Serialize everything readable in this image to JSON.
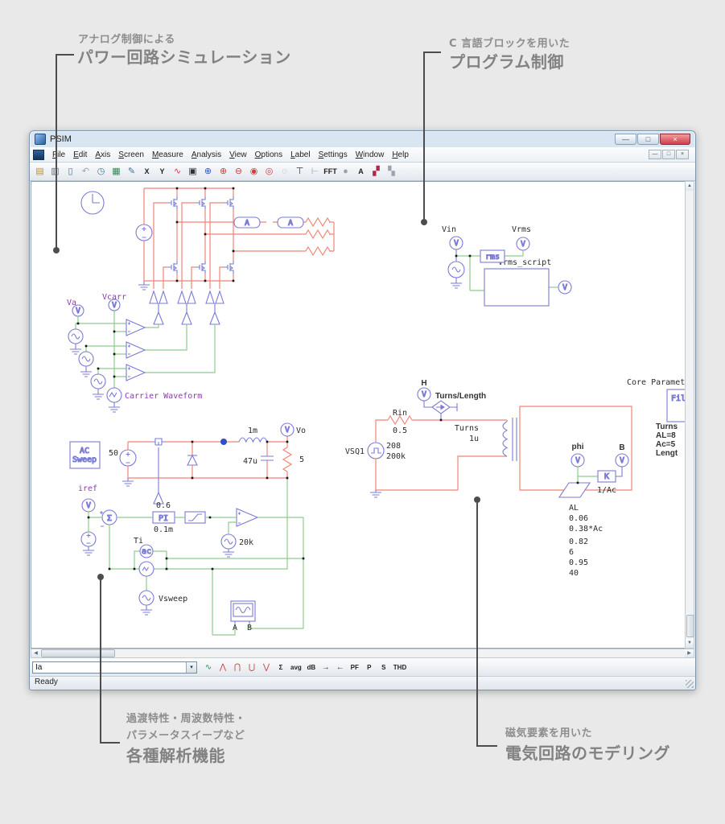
{
  "page": {
    "bg": "#e9e9e9"
  },
  "callouts": {
    "top_left": {
      "line1": "アナログ制御による",
      "line2": "パワー回路シミュレーション"
    },
    "top_right": {
      "line1": "C 言語ブロックを用いた",
      "line2": "プログラム制御"
    },
    "bottom_left": {
      "line1": "過渡特性・周波数特性・",
      "line2": "パラメータスイープなど",
      "line3": "各種解析機能"
    },
    "bottom_right": {
      "line1": "磁気要素を用いた",
      "line2": "電気回路のモデリング"
    }
  },
  "window": {
    "title": "PSIM",
    "caption_buttons": {
      "minimize": "—",
      "maximize": "□",
      "close": "×"
    },
    "mdi_buttons": {
      "minimize": "—",
      "restore": "□",
      "close": "×"
    },
    "menus": [
      {
        "label": "File",
        "name": "menu-file"
      },
      {
        "label": "Edit",
        "name": "menu-edit"
      },
      {
        "label": "Axis",
        "name": "menu-axis"
      },
      {
        "label": "Screen",
        "name": "menu-screen"
      },
      {
        "label": "Measure",
        "name": "menu-measure"
      },
      {
        "label": "Analysis",
        "name": "menu-analysis"
      },
      {
        "label": "View",
        "name": "menu-view"
      },
      {
        "label": "Options",
        "name": "menu-options"
      },
      {
        "label": "Label",
        "name": "menu-label"
      },
      {
        "label": "Settings",
        "name": "menu-settings"
      },
      {
        "label": "Window",
        "name": "menu-window"
      },
      {
        "label": "Help",
        "name": "menu-help"
      }
    ],
    "toolbar_icons": [
      {
        "name": "open-icon",
        "glyph": "▤",
        "cls": "c-gold"
      },
      {
        "name": "print-icon",
        "glyph": "▥",
        "cls": "c-gray"
      },
      {
        "name": "paste-icon",
        "glyph": "▯",
        "cls": "c-steel"
      },
      {
        "name": "undo-icon",
        "glyph": "↶",
        "cls": "c-dim"
      },
      {
        "name": "simulate-icon",
        "glyph": "◷",
        "cls": "c-steel"
      },
      {
        "name": "graph-icon",
        "glyph": "▦",
        "cls": "c-green"
      },
      {
        "name": "probe-icon",
        "glyph": "✎",
        "cls": "c-steel"
      },
      {
        "name": "x-axis-button",
        "glyph": "X",
        "cls": "c-text"
      },
      {
        "name": "y-axis-button",
        "glyph": "Y",
        "cls": "c-text"
      },
      {
        "name": "waveform-icon",
        "glyph": "∿",
        "cls": "c-red"
      },
      {
        "name": "display-icon",
        "glyph": "▣",
        "cls": "c-dark"
      },
      {
        "name": "zoom-in-icon",
        "glyph": "⊕",
        "cls": "c-blue"
      },
      {
        "name": "zoom-x-icon",
        "glyph": "⊕",
        "cls": "c-red"
      },
      {
        "name": "zoom-out-icon",
        "glyph": "⊖",
        "cls": "c-red"
      },
      {
        "name": "measure-icon",
        "glyph": "◉",
        "cls": "c-red"
      },
      {
        "name": "measure-avg-icon",
        "glyph": "◎",
        "cls": "c-red"
      },
      {
        "name": "select-icon",
        "glyph": "◌",
        "cls": "c-dim"
      },
      {
        "name": "marker-icon",
        "glyph": "⊤",
        "cls": "c-dark"
      },
      {
        "name": "marker2-icon",
        "glyph": "⊢",
        "cls": "c-dim"
      },
      {
        "name": "fft-button",
        "glyph": "FFT",
        "cls": "c-text"
      },
      {
        "name": "smooth-icon",
        "glyph": "●",
        "cls": "c-dim"
      },
      {
        "name": "text-button",
        "glyph": "A",
        "cls": "c-text"
      },
      {
        "name": "overlay-icon",
        "glyph": "▞",
        "cls": "c-redblue"
      },
      {
        "name": "compare-icon",
        "glyph": "▚",
        "cls": "c-dim"
      }
    ],
    "bottom_toolbar": {
      "combo_value": "Ia",
      "combo_arrow": "▾",
      "buttons": [
        {
          "name": "wave-select-icon",
          "glyph": "∿",
          "cls": "c-green"
        },
        {
          "name": "peak-icon",
          "glyph": "⋀",
          "cls": "c-red"
        },
        {
          "name": "peak2-icon",
          "glyph": "⋂",
          "cls": "c-red"
        },
        {
          "name": "valley-icon",
          "glyph": "⋃",
          "cls": "c-red"
        },
        {
          "name": "valley2-icon",
          "glyph": "⋁",
          "cls": "c-red"
        },
        {
          "name": "sum-button",
          "glyph": "Σ",
          "cls": "c-text"
        },
        {
          "name": "avg-button",
          "glyph": "avg",
          "cls": "c-text"
        },
        {
          "name": "db-button",
          "glyph": "dB",
          "cls": "c-text"
        },
        {
          "name": "next-button",
          "glyph": "→",
          "cls": "c-dark"
        },
        {
          "name": "prev-button",
          "glyph": "←",
          "cls": "c-dark"
        },
        {
          "name": "pf-button",
          "glyph": "PF",
          "cls": "c-text"
        },
        {
          "name": "p-button",
          "glyph": "P",
          "cls": "c-text"
        },
        {
          "name": "s-button",
          "glyph": "S",
          "cls": "c-text"
        },
        {
          "name": "thd-button",
          "glyph": "THD",
          "cls": "c-text"
        }
      ]
    },
    "status": "Ready"
  },
  "schematic": {
    "v": "V",
    "sigma": "Σ",
    "g1": {
      "va": "Va",
      "vcarr": "Vcarr",
      "carrier": "Carrier Waveform",
      "ammeter": "A"
    },
    "g2": {
      "ac_sweep_line1": "AC",
      "ac_sweep_line2": "Sweep",
      "vdc": "50",
      "l": "1m",
      "vo": "Vo",
      "c": "47u",
      "r": "5",
      "iref": "iref",
      "gain": "0.6",
      "pi": "PI",
      "tc": "0.1m",
      "fsw": "20k",
      "ti": "Ti",
      "ac": "ac",
      "vsweep": "Vsweep",
      "scope_a": "A",
      "scope_b": "B"
    },
    "g3": {
      "vin": "Vin",
      "vrms": "Vrms",
      "rms": "rms",
      "script": "Vrms_script"
    },
    "g4": {
      "h": "H",
      "turns_length": "Turns/Length",
      "rin": "Rin",
      "rin_val": "0.5",
      "vsq1": "VSQ1",
      "amp": "208",
      "freq": "200k",
      "turns": "Turns",
      "turns_val": "1u",
      "phi": "phi",
      "b": "B",
      "k": "K",
      "inv_ac": "1/Ac",
      "al": "AL",
      "al_v1": "0.06",
      "al_v2": "0.38*Ac",
      "al_v3": "0.82",
      "al_v4": "6",
      "al_v5": "0.95",
      "al_v6": "40",
      "core_params": "Core Parameters",
      "file": "File",
      "p1": "Turns",
      "p2": "AL=8",
      "p3": "Ac=5",
      "p4": "Lengt"
    }
  }
}
